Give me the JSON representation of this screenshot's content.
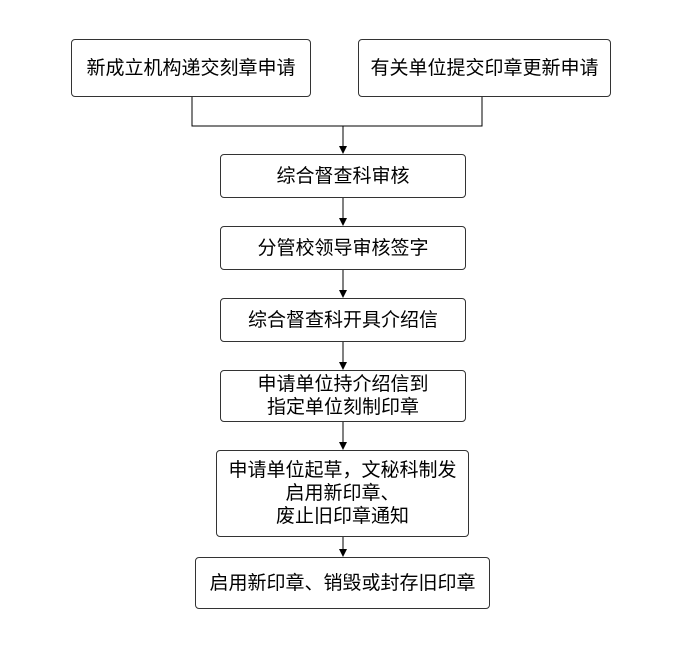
{
  "flowchart": {
    "start_left": "新成立机构递交刻章申请",
    "start_right": "有关单位提交印章更新申请",
    "steps": [
      {
        "lines": [
          "综合督查科审核"
        ]
      },
      {
        "lines": [
          "分管校领导审核签字"
        ]
      },
      {
        "lines": [
          "综合督查科开具介绍信"
        ]
      },
      {
        "lines": [
          "申请单位持介绍信到",
          "指定单位刻制印章"
        ]
      },
      {
        "lines": [
          "申请单位起草，文秘科制发",
          "启用新印章、",
          "废止旧印章通知"
        ]
      },
      {
        "lines": [
          "启用新印章、销毁或封存旧印章"
        ]
      }
    ]
  }
}
